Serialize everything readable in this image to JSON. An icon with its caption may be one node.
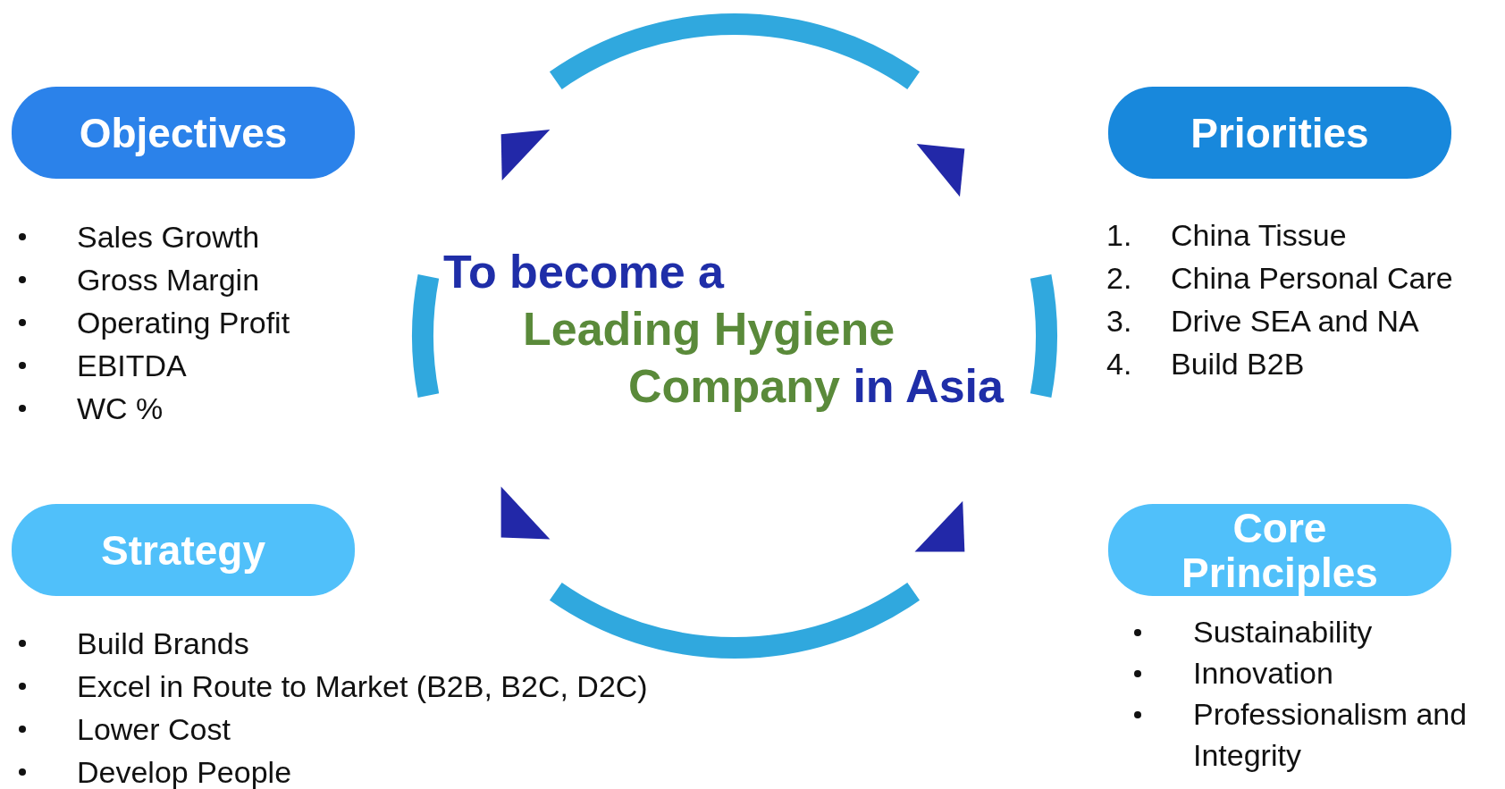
{
  "diagram": {
    "nodes": [
      {
        "text": [
          "Objectives"
        ],
        "beside": [
          "Sales Growth",
          "Gross Margin",
          "Operating Profit",
          "EBITDA",
          "WC %"
        ]
      },
      {
        "text": [
          "Priorities"
        ],
        "beside": [
          "1. China Tissue",
          "2. China Personal Care",
          "3. Drive SEA and NA",
          "4. Build B2B"
        ]
      },
      {
        "text": [
          "Strategy"
        ],
        "beside": [
          "Build Brands",
          "Excel in Route to Market (B2B, B2C, D2C)",
          "Lower Cost",
          "Develop People"
        ]
      },
      {
        "text": [
          "Core Principles"
        ],
        "beside": [
          "Sustainability",
          "Innovation",
          "Professionalism and Integrity"
        ]
      }
    ],
    "labels": [
      "To become a",
      "Leading Hygiene Company",
      "in Asia"
    ]
  }
}
